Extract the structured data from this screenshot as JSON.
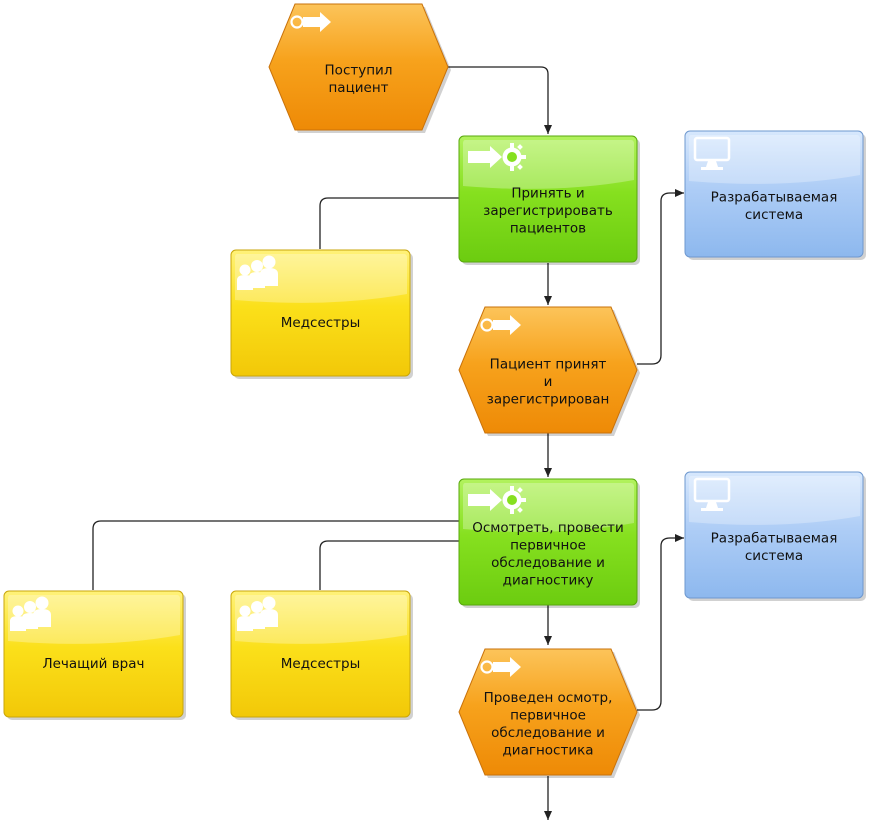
{
  "events": [
    {
      "id": "ev1",
      "lines": [
        "Поступил",
        "пациент"
      ]
    },
    {
      "id": "ev2",
      "lines": [
        "Пациент принят",
        "и",
        "зарегистрирован"
      ]
    },
    {
      "id": "ev3",
      "lines": [
        "Проведен осмотр,",
        "первичное",
        "обследование и",
        "диагностика"
      ]
    }
  ],
  "functions": [
    {
      "id": "fn1",
      "lines": [
        "Принять и",
        "зарегистрировать",
        "пациентов"
      ]
    },
    {
      "id": "fn2",
      "lines": [
        "Осмотреть, провести",
        "первичное",
        "обследование и",
        "диагностику"
      ]
    }
  ],
  "roles": [
    {
      "id": "role1",
      "lines": [
        "Медсестры"
      ]
    },
    {
      "id": "role2",
      "lines": [
        "Лечащий врач"
      ]
    },
    {
      "id": "role3",
      "lines": [
        "Медсестры"
      ]
    }
  ],
  "systems": [
    {
      "id": "sys1",
      "lines": [
        "Разрабатываемая",
        "система"
      ]
    },
    {
      "id": "sys2",
      "lines": [
        "Разрабатываемая",
        "система"
      ]
    }
  ],
  "icons": {
    "event": "event-arrow-icon",
    "function": "function-gear-arrow-icon",
    "role": "people-group-icon",
    "system": "computer-monitor-icon"
  },
  "colors": {
    "event": "#f59a12",
    "function": "#7fde1c",
    "role": "#f7d90e",
    "system": "#9dc3f2",
    "connector": "#222222"
  }
}
